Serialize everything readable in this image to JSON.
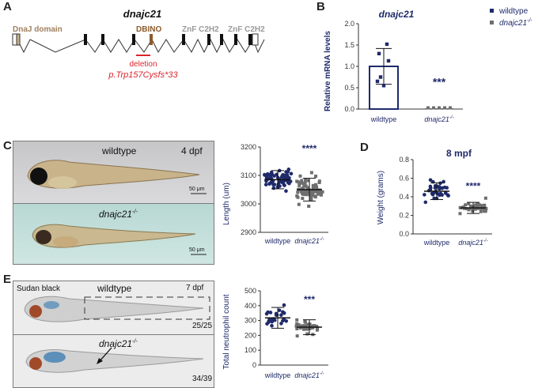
{
  "colors": {
    "navy": "#1f2a6b",
    "gray": "#6e6e6e",
    "deletion_red": "#d8262d",
    "tan": "#a08060",
    "brown": "#8b5a2b",
    "zf_gray": "#9a9a9a"
  },
  "panelA": {
    "letter": "A",
    "gene": "dnajc21",
    "domains": {
      "dnaj": "DnaJ domain",
      "dbino": "DBINO",
      "znf1": "ZnF C2H2",
      "znf2": "ZnF C2H2"
    },
    "deletion_label": "deletion",
    "mutation": "p.Trp157Cysfs*33"
  },
  "panelB": {
    "letter": "B",
    "legend": {
      "wildtype": "wildtype",
      "mutant": "dnajc21",
      "mutant_sup": "-/-"
    },
    "chart_data": {
      "type": "bar",
      "title": "dnajc21",
      "ylabel": "Relative mRNA levels",
      "ylim": [
        0,
        2.0
      ],
      "yticks": [
        "0.0",
        "0.5",
        "1.0",
        "1.5",
        "2.0"
      ],
      "categories": [
        "wildtype",
        "dnajc21"
      ],
      "cat_sup": [
        "",
        "-/-"
      ],
      "values": [
        1.0,
        0.0
      ],
      "sd": [
        0.42,
        0
      ],
      "points": [
        [
          1.52,
          1.3,
          1.13,
          0.75,
          0.55,
          0.65
        ],
        [
          0.01,
          0.01,
          0.01,
          0.01,
          0.01
        ]
      ],
      "significance": "***"
    }
  },
  "panelC": {
    "letter": "C",
    "photo1": {
      "label": "wildtype",
      "stage": "4 dpf",
      "scale": "50 μm"
    },
    "photo2": {
      "label": "dnajc21",
      "label_sup": "-/-",
      "scale": "50 μm"
    },
    "chart_data": {
      "type": "scatter",
      "ylabel": "Length (um)",
      "ylim": [
        2900,
        3200
      ],
      "yticks": [
        "2900",
        "3000",
        "3100",
        "3200"
      ],
      "categories": [
        "wildtype",
        "dnajc21"
      ],
      "cat_sup": [
        "",
        "-/-"
      ],
      "means": [
        3085,
        3050
      ],
      "sd": [
        32,
        40
      ],
      "significance": "****"
    }
  },
  "panelD": {
    "letter": "D",
    "chart_data": {
      "type": "scatter",
      "title": "8 mpf",
      "ylabel": "Weight (grams)",
      "ylim": [
        0,
        0.8
      ],
      "yticks": [
        "0.0",
        "0.2",
        "0.4",
        "0.6",
        "0.8"
      ],
      "categories": [
        "wildtype",
        "dnajc21"
      ],
      "cat_sup": [
        "",
        "-/-"
      ],
      "means": [
        0.46,
        0.28
      ],
      "sd": [
        0.09,
        0.06
      ],
      "significance": "****"
    }
  },
  "panelE": {
    "letter": "E",
    "photo1": {
      "stain": "Sudan black",
      "label": "wildtype",
      "stage": "7 dpf",
      "count": "25/25"
    },
    "photo2": {
      "label": "dnajc21",
      "label_sup": "-/-",
      "count": "34/39"
    },
    "chart_data": {
      "type": "scatter",
      "ylabel": "Total neutrophil count",
      "ylim": [
        0,
        500
      ],
      "yticks": [
        "0",
        "100",
        "200",
        "300",
        "400",
        "500"
      ],
      "categories": [
        "wildtype",
        "dnajc21"
      ],
      "cat_sup": [
        "",
        "-/-"
      ],
      "means": [
        318,
        255
      ],
      "sd": [
        70,
        50
      ],
      "significance": "***"
    }
  }
}
